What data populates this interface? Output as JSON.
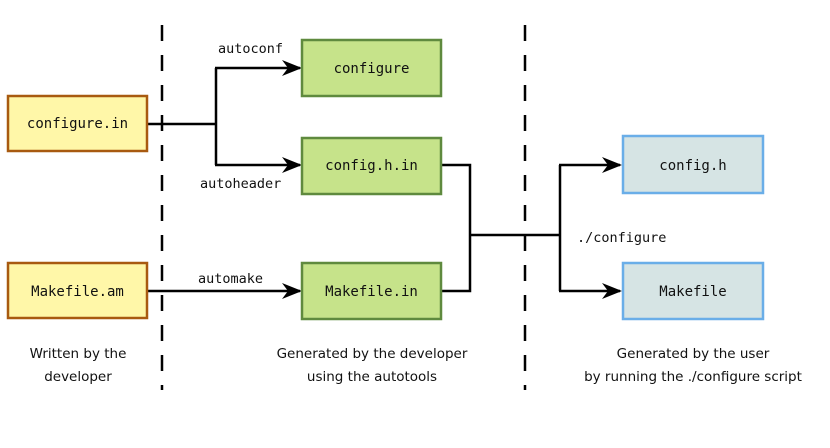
{
  "colors": {
    "source_fill": "#fff7a8",
    "source_stroke": "#a85a10",
    "dev_fill": "#c6e38a",
    "dev_stroke": "#5f8a3e",
    "user_fill": "#d6e4e4",
    "user_stroke": "#6aaee8",
    "line": "#000000",
    "separator": "#000000"
  },
  "boxes": {
    "configure_in": "configure.in",
    "makefile_am": "Makefile.am",
    "configure": "configure",
    "config_h_in": "config.h.in",
    "makefile_in": "Makefile.in",
    "config_h": "config.h",
    "makefile": "Makefile"
  },
  "edges": {
    "autoconf": "autoconf",
    "autoheader": "autoheader",
    "automake": "automake",
    "run_configure": "./configure"
  },
  "captions": {
    "written_line1": "Written by the",
    "written_line2": "developer",
    "generated_dev_line1": "Generated by the developer",
    "generated_dev_line2": "using the autotools",
    "generated_user_line1": "Generated by the user",
    "generated_user_line2": "by running the ./configure script"
  }
}
